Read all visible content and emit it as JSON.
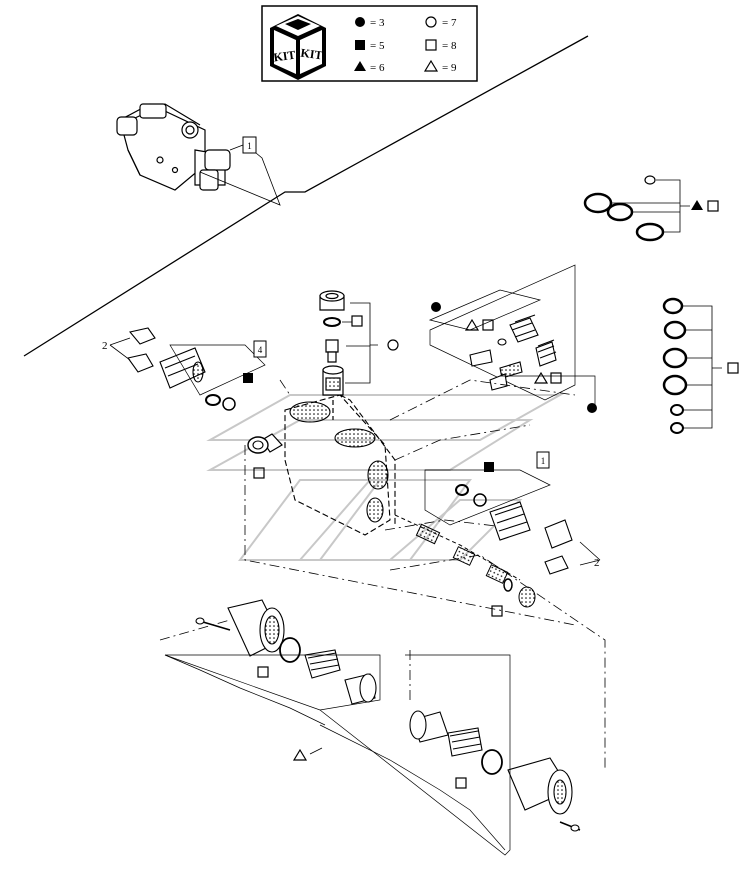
{
  "legend": {
    "kit_logo_text": [
      "KIT",
      "KIT"
    ],
    "rows": [
      {
        "symbol": "filled-circle",
        "label": "= 3"
      },
      {
        "symbol": "open-circle",
        "label": "= 7"
      },
      {
        "symbol": "filled-square",
        "label": "= 5"
      },
      {
        "symbol": "open-square",
        "label": "= 8"
      },
      {
        "symbol": "filled-triangle",
        "label": "= 6"
      },
      {
        "symbol": "open-triangle",
        "label": "= 9"
      }
    ]
  },
  "callouts": {
    "ref_1_top": "1",
    "ref_2_left": "2",
    "ref_4": "4",
    "ref_1_right": "1",
    "ref_2_right": "2"
  },
  "colors": {
    "line": "#000000",
    "background": "#ffffff",
    "watermark": "#c8c8c8"
  }
}
